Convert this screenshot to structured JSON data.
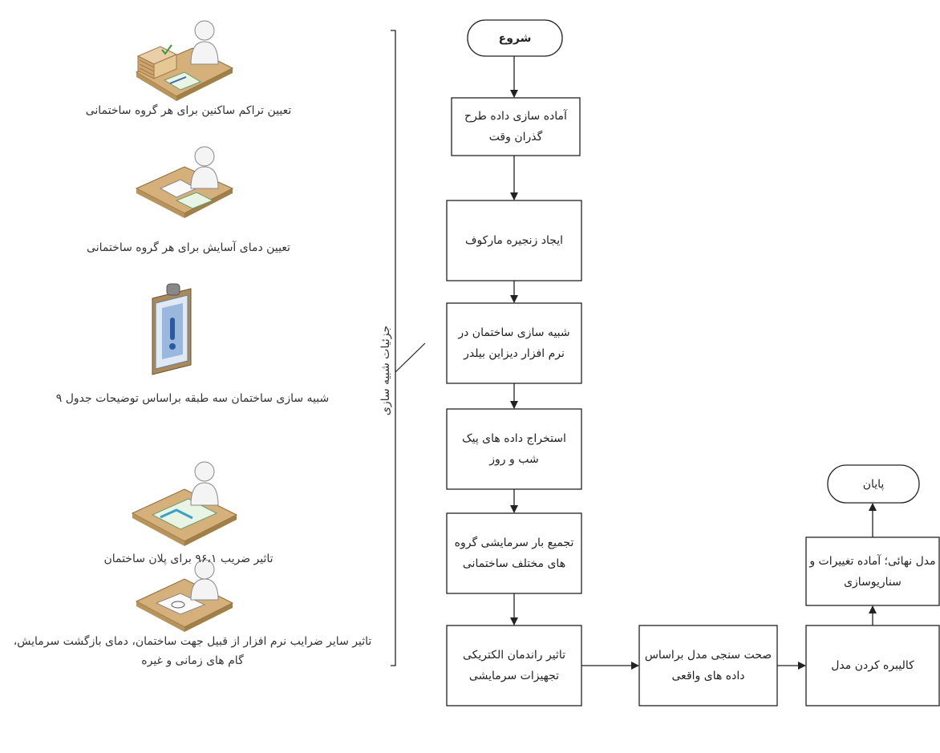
{
  "flow": {
    "start": "شروع",
    "step1": "آماده سازی داده طرح گذران وقت",
    "step2": "ایجاد زنجیره مارکوف",
    "step3": "شبیه سازی ساختمان در نرم افزار دیزاین بیلدر",
    "step4": "استخراج داده های پیک شب و روز",
    "step5": "تجمیع بار سرمایشی گروه های مختلف ساختمانی",
    "step6": "تاثیر راندمان الکتریکی تجهیزات سرمایشی",
    "step7": "صحت سنجی مدل براساس داده های واقعی",
    "step8": "کالیبره کردن مدل",
    "step9": "مدل نهائی؛ آماده تغییرات و سناریوسازی",
    "end": "پایان"
  },
  "bracket_label": "جزئیات شبیه سازی",
  "details": [
    {
      "text": "تعیین تراکم ساکنین برای هر گروه ساختمانی",
      "icon": "person-at-desk-with-books-icon"
    },
    {
      "text": "تعیین دمای آسایش برای هر گروه ساختمانی",
      "icon": "person-at-desk-with-papers-icon"
    },
    {
      "text": "شبیه سازی ساختمان سه طبقه براساس توضیحات جدول ۹",
      "icon": "clipboard-exclamation-icon"
    },
    {
      "text": "تاثیر ضریب ۹۶،۱ برای پلان ساختمان",
      "icon": "person-drawing-plan-icon"
    },
    {
      "text": "تاثیر سایر ضرایب نرم افزار از قبیل جهت ساختمان، دمای بازگشت سرمایش، گام های زمانی و غیره",
      "icon": "person-writing-icon"
    }
  ],
  "colors": {
    "line": "#222222",
    "desk": "#d8b98a",
    "paper": "#e8f4e4",
    "person": "#f4f4f4",
    "clipboard": "#8fb0d8",
    "accent": "#2c5aa0"
  }
}
